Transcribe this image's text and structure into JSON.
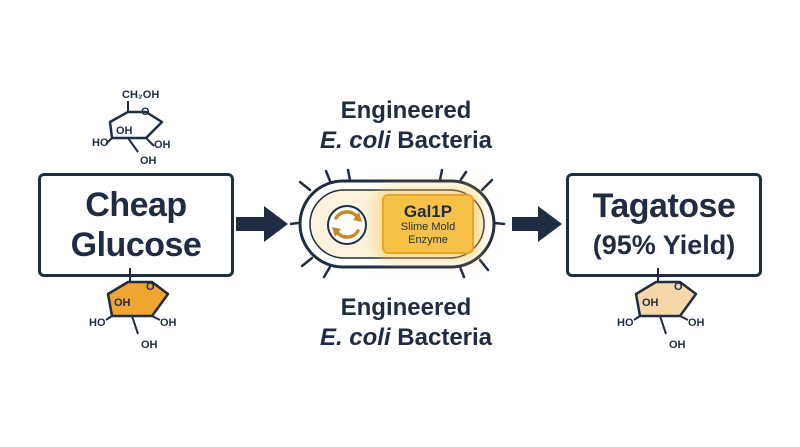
{
  "top_caption": {
    "line1": "Engineered",
    "line2_italic": "E. coli",
    "line2_rest": " Bacteria"
  },
  "bottom_caption": {
    "line1": "Engineered",
    "line2_italic": "E. coli",
    "line2_rest": " Bacteria"
  },
  "input_box": {
    "line1": "Cheap",
    "line2": "Glucose"
  },
  "output_box": {
    "line1": "Tagatose",
    "line2": "(95% Yield)"
  },
  "enzyme": {
    "name": "Gal1P",
    "line2": "Slime Mold",
    "line3": "Enzyme"
  },
  "molecules": {
    "glucose_top": {
      "ch2oh": "CH₂OH",
      "ring_o": "O",
      "oh_left": "HO",
      "oh_inner": "OH",
      "oh_right": "OH",
      "oh_bottom": "OH"
    },
    "glucose_bottom": {
      "ring_o": "O",
      "oh_inner": "OH",
      "oh_left": "HO",
      "oh_right": "OH",
      "oh_bottom": "OH"
    },
    "tagatose": {
      "ring_o": "O",
      "oh_inner": "OH",
      "oh_left": "HO",
      "oh_right": "OH",
      "oh_bottom": "OH"
    }
  },
  "colors": {
    "navy": "#1f2d44",
    "glucose_fill": "#f0a431",
    "tagatose_fill": "#f6d7a9",
    "enzyme_fill": "#f7c148",
    "cell_fill": "#fdf3dd"
  }
}
